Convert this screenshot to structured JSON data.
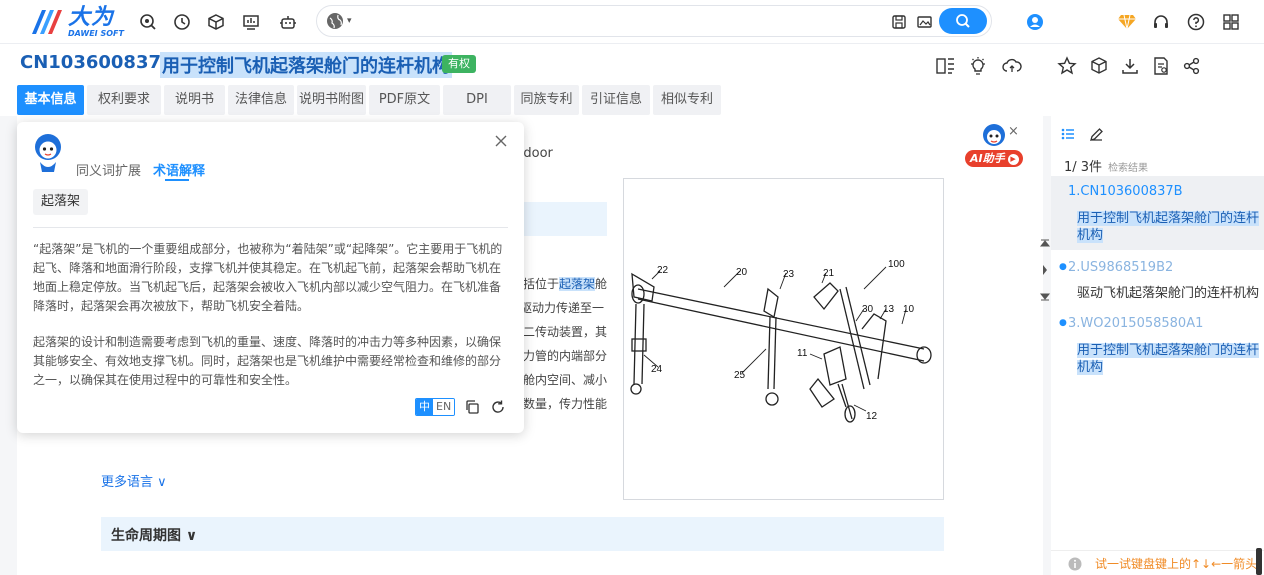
{
  "app": {
    "brand_cn": "大为",
    "brand_en": "DAWEI SOFT"
  },
  "search": {
    "placeholder": "",
    "value": ""
  },
  "patent": {
    "number": "CN103600837B",
    "title": "用于控制飞机起落架舱门的连杆机构",
    "status": "有权"
  },
  "tabs": [
    "基本信息",
    "权利要求",
    "说明书",
    "法律信息",
    "说明书附图",
    "PDF原文",
    "DPI",
    "同族专利",
    "引证信息",
    "相似专利"
  ],
  "popup": {
    "tab_synonym": "同义词扩展",
    "tab_term": "术语解释",
    "term": "起落架",
    "para1": "“起落架”是飞机的一个重要组成部分，也被称为“着陆架”或“起降架”。它主要用于飞机的起飞、降落和地面滑行阶段，支撑飞机并使其稳定。在飞机起飞前，起落架会帮助飞机在地面上稳定停放。当飞机起飞后，起落架会被收入飞机内部以减少空气阻力。在飞机准备降落时，起落架会再次被放下，帮助飞机安全着陆。",
    "para2": "起落架的设计和制造需要考虑到飞机的重量、速度、降落时的冲击力等多种因素，以确保其能够安全、有效地支撑飞机。同时，起落架也是飞机维护中需要经常检查和维修的部分之一，以确保其在使用过程中的可靠性和安全性。",
    "lang_zh": "中",
    "lang_en": "EN"
  },
  "background_text": {
    "line_en": "h door",
    "r1a": "括位于",
    "r1b": "起落架",
    "r1c": "舱",
    "r2": "驱动力传递至一",
    "r3": "二传动装置，其",
    "r4": "力管的内端部分",
    "r5": "舱内空间、减小",
    "r6": "数量，传力性能"
  },
  "drawing_labels": [
    "22",
    "20",
    "23",
    "21",
    "100",
    "30",
    "13",
    "10",
    "11",
    "24",
    "25",
    "12"
  ],
  "more_languages": "更多语言 ∨",
  "lifecycle": "生命周期图 ∨",
  "ai_helper": "AI助手",
  "results_panel": {
    "page": "1/ 3件",
    "label": "检索结果",
    "items": [
      {
        "num": "1.",
        "id": "CN103600837B",
        "title": "用于控制飞机起落架舱门的连杆机构"
      },
      {
        "num": "2.",
        "id": "US9868519B2",
        "title": "驱动飞机起落架舱门的连杆机构"
      },
      {
        "num": "3.",
        "id": "WO2015058580A1",
        "title": "用于控制飞机起落架舱门的连杆机构"
      }
    ],
    "tip": "试一试键盘键上的↑↓←一箭头"
  },
  "colors": {
    "accent": "#1e90ff",
    "brand": "#1a5fb4",
    "badge": "#3db361",
    "ai": "#e8402c",
    "tip": "#f08a24"
  }
}
